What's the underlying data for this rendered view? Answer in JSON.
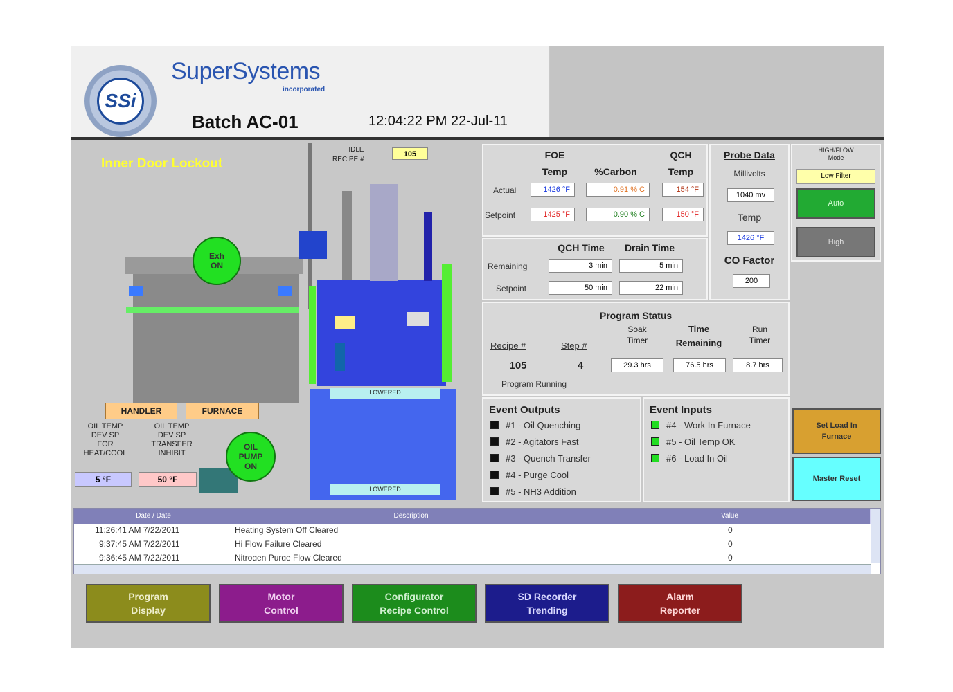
{
  "header": {
    "logo_text": "SSi",
    "brand_name": "SuperSystems",
    "brand_sub": "incorporated",
    "batch_title": "Batch AC-01",
    "clock": "12:04:22 PM 22-Jul-11"
  },
  "schematic": {
    "lockout_text": "Inner Door Lockout",
    "idle_label_1": "IDLE",
    "idle_label_2": "RECIPE #",
    "idle_recipe_value": "105",
    "exhaust_fan": "Exh\nON",
    "oil_pump": "OIL\nPUMP\nON",
    "handler_tag": "HANDLER",
    "furnace_tag": "FURNACE",
    "lower_tag_1": "LOWERED",
    "lower_tag_2": "LOWERED",
    "oil_temp_heatcool_label": "OIL TEMP\nDEV SP\nFOR\nHEAT/COOL",
    "oil_temp_transfer_label": "OIL TEMP\nDEV SP\nTRANSFER\nINHIBIT",
    "oil_temp_heatcool_value": "5 °F",
    "oil_temp_transfer_value": "50 °F"
  },
  "temps": {
    "col_foe": "FOE",
    "col_foe_2": "Temp",
    "col_carbon": "%Carbon",
    "col_qch": "QCH",
    "col_qch_2": "Temp",
    "row_actual": "Actual",
    "row_setpoint": "Setpoint",
    "actual_foe": "1426 °F",
    "actual_carbon": "0.91 % C",
    "actual_qch": "154 °F",
    "set_foe": "1425 °F",
    "set_carbon": "0.90 % C",
    "set_qch": "150 °F"
  },
  "times": {
    "col_qch": "QCH Time",
    "col_drain": "Drain Time",
    "row_remaining": "Remaining",
    "row_setpoint": "Setpoint",
    "rem_qch": "3 min",
    "rem_drain": "5 min",
    "set_qch": "50 min",
    "set_drain": "22 min"
  },
  "probe": {
    "title": "Probe Data",
    "millivolts_label": "Millivolts",
    "millivolts_value": "1040 mv",
    "temp_label": "Temp",
    "temp_value": "1426 °F",
    "co_label": "CO Factor",
    "co_value": "200"
  },
  "side_controls": {
    "title": "HIGH/FLOW\nMode",
    "low_filter": "Low Filter",
    "auto": "Auto",
    "high": "High",
    "set_load": "Set Load In\nFurnace",
    "master_reset": "Master Reset"
  },
  "program_status": {
    "title": "Program Status",
    "recipe_label": "Recipe #",
    "step_label": "Step #",
    "soak_label": "Soak\nTimer",
    "time_rem_label_1": "Time",
    "time_rem_label_2": "Remaining",
    "run_label": "Run\nTimer",
    "recipe_value": "105",
    "step_value": "4",
    "soak_value": "29.3 hrs",
    "time_rem_value": "76.5 hrs",
    "run_value": "8.7 hrs",
    "status_text": "Program Running"
  },
  "event_outputs": {
    "title": "Event Outputs",
    "items": [
      {
        "label": "#1 - Oil Quenching"
      },
      {
        "label": "#2 - Agitators Fast"
      },
      {
        "label": "#3 - Quench Transfer"
      },
      {
        "label": "#4 - Purge Cool"
      },
      {
        "label": "#5 - NH3 Addition"
      }
    ]
  },
  "event_inputs": {
    "title": "Event Inputs",
    "items": [
      {
        "label": "#4 - Work In Furnace"
      },
      {
        "label": "#5 - Oil Temp OK"
      },
      {
        "label": "#6 - Load In Oil"
      }
    ]
  },
  "log": {
    "headers": [
      "Date / Date",
      "Description",
      "Value"
    ],
    "rows": [
      {
        "time": "11:26:41 AM 7/22/2011",
        "desc": "Heating System Off Cleared",
        "value": "0"
      },
      {
        "time": "9:37:45 AM 7/22/2011",
        "desc": "Hi Flow Failure Cleared",
        "value": "0"
      },
      {
        "time": "9:36:45 AM 7/22/2011",
        "desc": "Nitrogen Purge Flow Cleared",
        "value": "0"
      }
    ]
  },
  "bottom_buttons": {
    "program_display": "Program\nDisplay",
    "motor_control": "Motor\nControl",
    "configurator": "Configurator\nRecipe Control",
    "sd_recorder": "SD Recorder\nTrending",
    "alarm_reporter": "Alarm\nReporter"
  },
  "colors": {
    "program_display": "#8c8c1c",
    "motor_control": "#8c1c8c",
    "configurator": "#1c8c1c",
    "sd_recorder": "#1c1c8c",
    "alarm_reporter": "#8c1c1c",
    "set_load": "#d8a030",
    "master_reset": "#66ffff"
  }
}
